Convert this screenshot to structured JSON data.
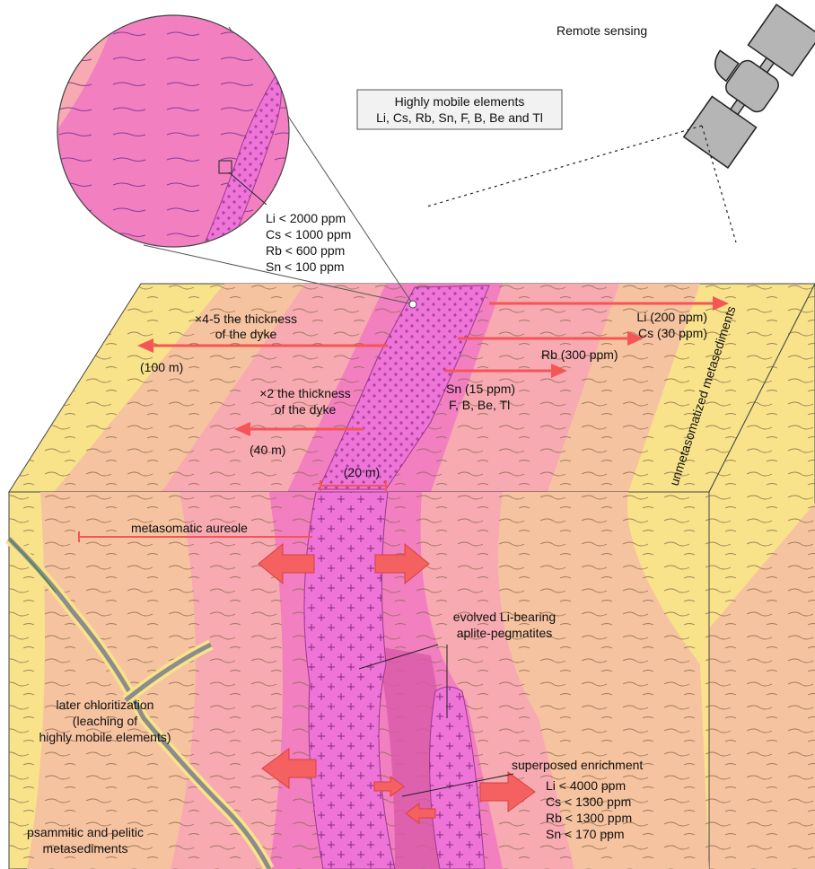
{
  "remote_sensing": "Remote sensing",
  "mobile_box": {
    "line1": "Highly mobile elements",
    "line2": "Li, Cs, Rb, Sn, F, B, Be and Tl"
  },
  "zoom_values": [
    "Li < 2000 ppm",
    "Cs < 1000 ppm",
    "Rb < 600 ppm",
    "Sn < 100 ppm"
  ],
  "top_face": {
    "thickness_4_5": [
      "×4-5 the thickness",
      "of the dyke"
    ],
    "dist_100": "(100 m)",
    "thickness_2": [
      "×2 the thickness",
      "of the dyke"
    ],
    "dist_40": "(40 m)",
    "dyke_width": "(20 m)",
    "li": "Li (200 ppm)",
    "cs": "Cs (30 ppm)",
    "rb": "Rb (300 ppm)",
    "sn": "Sn (15 ppm)",
    "others": "F, B, Be, Tl"
  },
  "side_label": "unmetasomatized metasediments",
  "front_face": {
    "aureole": "metasomatic aureole",
    "evolved": [
      "evolved Li-bearing",
      "aplite-pegmatites"
    ],
    "chlorite": [
      "later chloritization",
      "(leaching of",
      "highly mobile elements)"
    ],
    "superposed": "superposed enrichment",
    "enrich_values": [
      "Li < 4000 ppm",
      "Cs < 1300 ppm",
      "Rb < 1300 ppm",
      "Sn < 170 ppm"
    ],
    "psammitic": [
      "psammitic and pelitic",
      "metasediments"
    ]
  },
  "colors": {
    "metasediment": "#f8e38a",
    "aureole_outer": "#f6c3a0",
    "aureole_mid": "#f7aab1",
    "aureole_inner": "#f27fc0",
    "dyke": "#ee74d8",
    "arrow": "#f55555",
    "satellite": "#b5b5b5"
  }
}
